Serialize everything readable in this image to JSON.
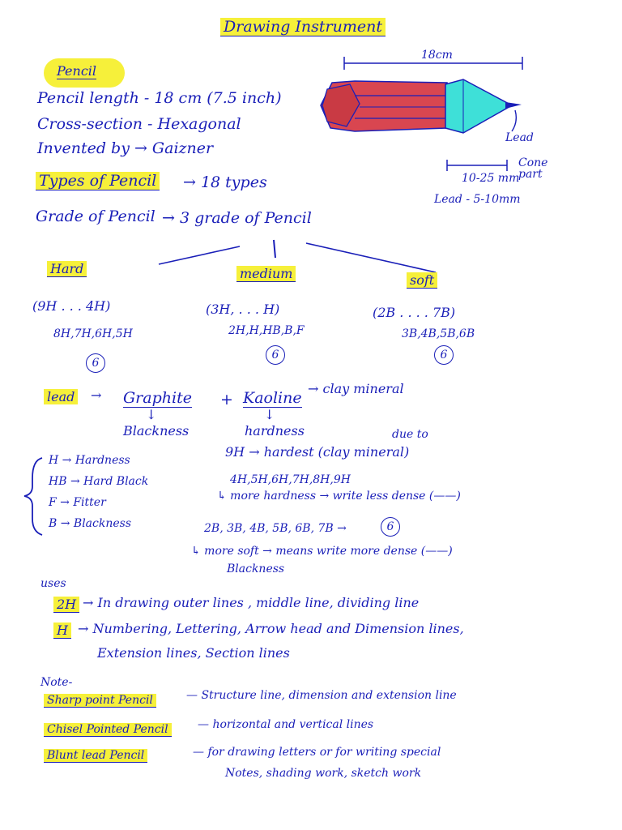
{
  "title": "Drawing Instrument",
  "pencil": {
    "heading": "Pencil",
    "length": "Pencil length - 18 cm (7.5 inch)",
    "cross_section": "Cross-section - Hexagonal",
    "invented": "Invented by → Gaizner",
    "types_label": "Types of Pencil",
    "types_value": "→ 18 types",
    "grade_label": "Grade of Pencil",
    "grade_value": "→ 3 grade of Pencil"
  },
  "diagram": {
    "length_label": "18cm",
    "lead_label": "Lead",
    "cone_label": "Cone part",
    "cone_measure": "10-25 mm",
    "lead_measure": "Lead - 5-10mm",
    "colors": {
      "body": "#d94650",
      "cone": "#3ee0d8",
      "ink": "#1a1fb8",
      "highlight": "#f6f03a"
    }
  },
  "grades": [
    {
      "name": "Hard",
      "range": "(9H . . . 4H)",
      "list": "8H,7H,6H,5H",
      "count": "6"
    },
    {
      "name": "medium",
      "range": "(3H, . . .  H)",
      "list": "2H,H,HB,B,F",
      "count": "6"
    },
    {
      "name": "soft",
      "range": "(2B . . . .  7B)",
      "list": "3B,4B,5B,6B",
      "count": "6"
    }
  ],
  "lead": {
    "label": "lead",
    "arrow": "→",
    "graphite": "Graphite",
    "plus": "+",
    "kaoline": "Kaoline",
    "clay": "→ clay mineral",
    "down1": "↓",
    "down2": "↓",
    "blackness": "Blackness",
    "hardness": "hardness"
  },
  "legend": [
    "H → Hardness",
    "HB → Hard Black",
    "F → Fitter",
    "B → Blackness"
  ],
  "notes_right": {
    "due_to": "due to",
    "hardest": "9H → hardest (clay mineral)",
    "hard_list": "4H,5H,6H,7H,8H,9H",
    "hard_desc": "↳ more hardness → write less dense (——)",
    "soft_list": "2B, 3B, 4B, 5B, 6B, 7B →",
    "soft_count": "6",
    "soft_desc": "↳ more soft → means write more dense (——)",
    "soft_word": "Blackness"
  },
  "uses": {
    "heading": "uses",
    "item1_key": "2H",
    "item1_text": "→ In drawing outer lines , middle line, dividing line",
    "item2_key": "H",
    "item2_text": "→ Numbering, Lettering, Arrow head and Dimension lines,",
    "item2_cont": "Extension lines, Section lines"
  },
  "note": {
    "heading": "Note-",
    "rows": [
      {
        "key": "Sharp point Pencil",
        "text": "— Structure line, dimension and extension line"
      },
      {
        "key": "Chisel Pointed Pencil",
        "text": "— horizontal and vertical lines"
      },
      {
        "key": "Blunt lead Pencil",
        "text": "— for drawing letters or for writing special"
      }
    ],
    "cont": "Notes, shading work, sketch work"
  }
}
